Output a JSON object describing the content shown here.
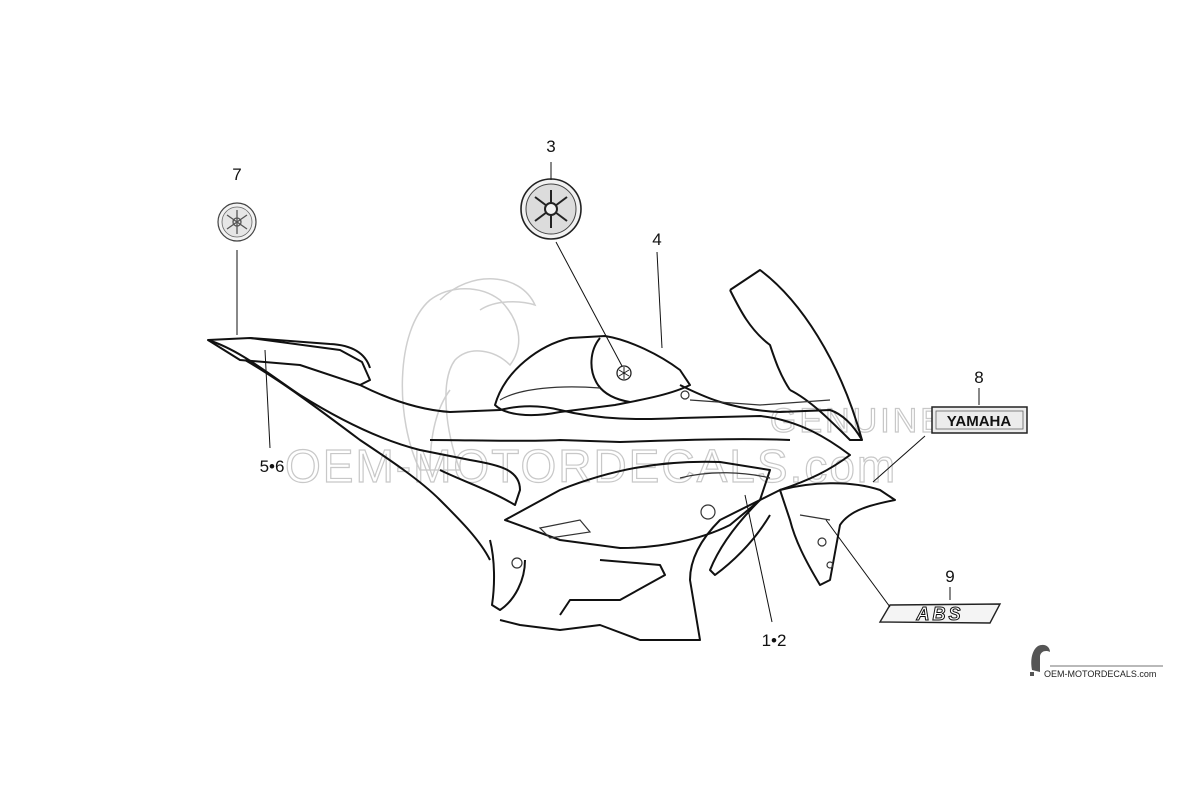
{
  "callouts": {
    "c1_2": "1•2",
    "c3": "3",
    "c4": "4",
    "c5_6": "5•6",
    "c7": "7",
    "c8": "8",
    "c9": "9"
  },
  "decals": {
    "yamaha_text": "YAMAHA",
    "abs_text": "ABS"
  },
  "watermark": {
    "line1": "GENUINE",
    "line2": "OEM-MOTORDECALS.com"
  },
  "footer_brand": "OEM-MOTORDECALS.com"
}
